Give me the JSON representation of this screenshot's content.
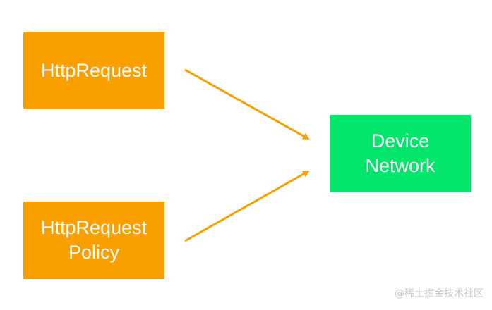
{
  "nodes": {
    "http_request": {
      "lines": [
        "HttpRequest"
      ]
    },
    "http_request_policy": {
      "lines": [
        "HttpRequest",
        "Policy"
      ]
    },
    "device_network": {
      "lines": [
        "Device",
        "Network"
      ]
    }
  },
  "edges": [
    {
      "from": "http_request",
      "to": "device_network"
    },
    {
      "from": "http_request_policy",
      "to": "device_network"
    }
  ],
  "colors": {
    "source_box": "#f99f00",
    "target_box": "#00e56a",
    "arrow": "#f5a000",
    "text": "#ffffff"
  },
  "watermark": "@稀土掘金技术社区"
}
